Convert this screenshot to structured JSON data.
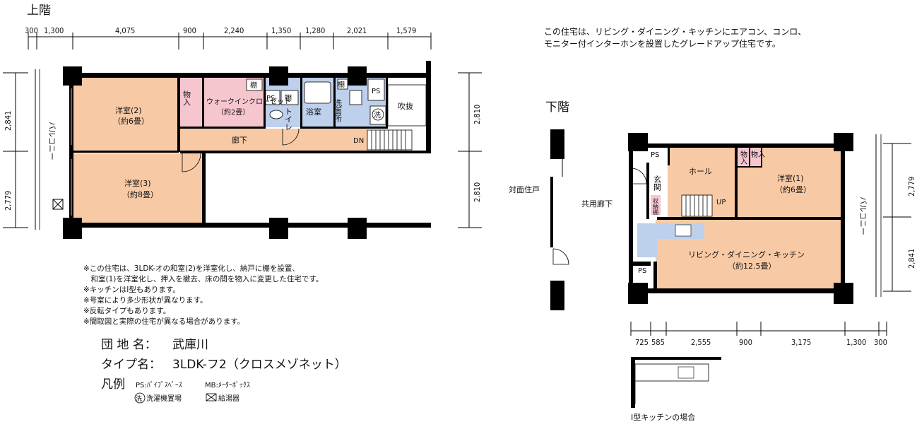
{
  "upper": {
    "title": "上階",
    "dims_top": [
      "300",
      "1,300",
      "4,075",
      "900",
      "2,240",
      "1,350",
      "1,280",
      "2,021",
      "1,579"
    ],
    "dims_left": [
      "2,841",
      "2,779"
    ],
    "dims_right": [
      "2,810",
      "2,810"
    ],
    "rooms": {
      "western2": "洋室(2)",
      "western2_size": "（約6畳）",
      "western3": "洋室(3)",
      "western3_size": "（約8畳）",
      "storage": "物入",
      "walkin": "ウォークインクローゼット",
      "walkin_size": "（約2畳）",
      "ps1": "PS",
      "shelf1": "棚",
      "shelf2": "棚",
      "shelf3": "棚",
      "toilet": "トイレ",
      "bath": "浴室",
      "washroom": "洗面所",
      "ps2": "PS",
      "washer": "洗",
      "atrium": "吹抜",
      "corridor": "廊下",
      "dn": "DN",
      "balcony": "バルコニー"
    }
  },
  "lower": {
    "title": "下階",
    "dims_bottom": [
      "725",
      "585",
      "2,555",
      "900",
      "3,175",
      "1,300",
      "300"
    ],
    "dims_right": [
      "2,779",
      "2,841"
    ],
    "rooms": {
      "ps1": "PS",
      "ps2": "PS",
      "hall": "ホール",
      "entrance": "玄関",
      "shoe": "収納棚",
      "storage1": "物入",
      "storage2": "物入",
      "western1": "洋室(1)",
      "western1_size": "（約6畳）",
      "up": "UP",
      "ldk": "リビング・ダイニング・キッチン",
      "ldk_size": "（約12.5畳）",
      "balcony": "バルコニー",
      "opposite": "対面住戸",
      "common_corridor": "共用廊下"
    },
    "kitchen_caption": "I型キッチンの場合"
  },
  "intro": [
    "この住宅は、リビング・ダイニング・キッチンにエアコン、コンロ、",
    "モニター付インターホンを設置したグレードアップ住宅です。"
  ],
  "notes": [
    "※この住宅は、3LDK-オの和室(2)を洋室化し、納戸に棚を設置、",
    "　和室(1)を洋室化し、押入を撤去、床の間を物入に変更した住宅です。",
    "※キッチンはI型もあります。",
    "※号室により多少形状が異なります。",
    "※反転タイプもあります。",
    "※間取図と実際の住宅が異なる場合があります。"
  ],
  "info": {
    "complex_label": "団 地 名：",
    "complex_value": "武庫川",
    "type_label": "タイプ名：",
    "type_value": "3LDK-フ2（クロスメゾネット）",
    "legend_label": "凡例",
    "legend_ps": "PS:ﾊﾟｲﾌﾟｽﾍﾟｰｽ",
    "legend_mb": "MB:ﾒｰﾀｰﾎﾞｯｸｽ",
    "legend_washer_icon": "洗",
    "legend_washer": "洗濯機置場",
    "legend_heater": "給湯器"
  },
  "colors": {
    "room_fill": "#f7c9a4",
    "wet_fill": "#bdd0ec",
    "closet_fill": "#f6c6cf",
    "wall": "#000000"
  }
}
